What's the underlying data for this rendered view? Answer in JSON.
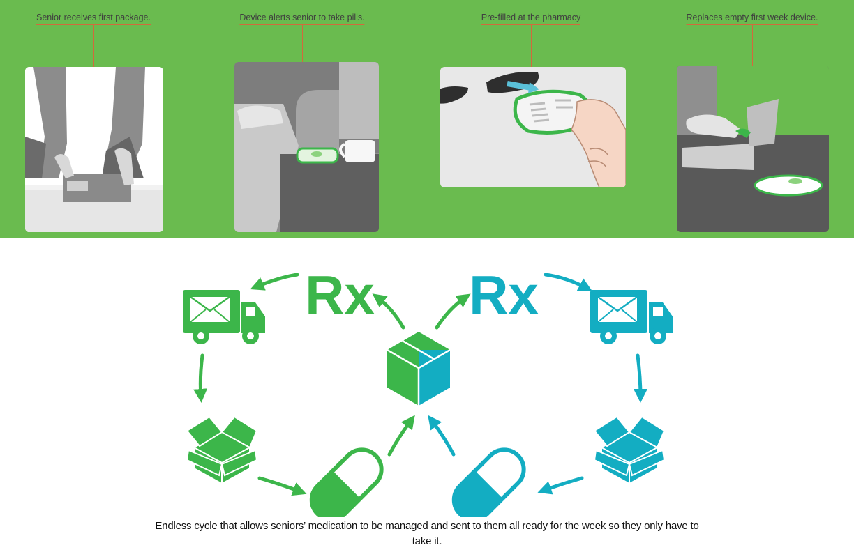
{
  "steps": [
    {
      "label": "Senior receives first package."
    },
    {
      "label": "Device alerts senior to take pills."
    },
    {
      "label": "Pre-filled at the pharmacy"
    },
    {
      "label": "Replaces empty first week device."
    }
  ],
  "diagram": {
    "left_rx": "Rx",
    "right_rx": "Rx",
    "colors": {
      "green": "#3cb64a",
      "teal": "#13adc2",
      "band": "#6abb4f",
      "leader": "#d26a3c"
    },
    "icons": [
      "rx-icon",
      "delivery-truck-icon",
      "open-box-icon",
      "pill-capsule-icon",
      "closed-box-icon"
    ]
  },
  "caption": "Endless cycle that allows seniors’ medication to be managed and sent to them all ready for the week so they only have to take it."
}
